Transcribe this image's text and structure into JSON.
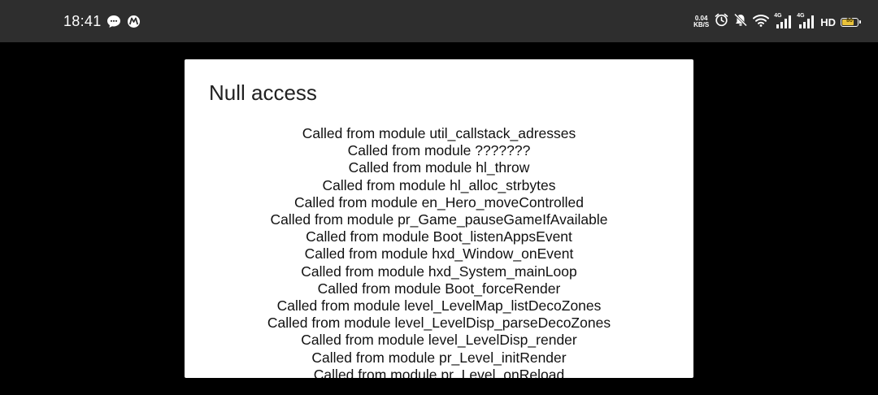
{
  "status_bar": {
    "time": "18:41",
    "left_icons": [
      "chat-bubble-icon",
      "motorola-icon"
    ],
    "net_speed_value": "0.04",
    "net_speed_unit": "KB/S",
    "right_icons": [
      "alarm-icon",
      "mute-icon",
      "wifi-icon",
      "signal-icon",
      "signal-icon",
      "hd-icon",
      "battery-icon"
    ],
    "sim1_tag": "4G",
    "sim2_tag": "4G",
    "hd_label": "HD",
    "battery_level": "80",
    "battery_color": "#e9c23a"
  },
  "dialog": {
    "title": "Null access",
    "lines": [
      "Called from module util_callstack_adresses",
      "Called from module ???????",
      "Called from module hl_throw",
      "Called from module hl_alloc_strbytes",
      "Called from module en_Hero_moveControlled",
      "Called from module pr_Game_pauseGameIfAvailable",
      "Called from module Boot_listenAppsEvent",
      "Called from module hxd_Window_onEvent",
      "Called from module hxd_System_mainLoop",
      "Called from module Boot_forceRender",
      "Called from module level_LevelMap_listDecoZones",
      "Called from module level_LevelDisp_parseDecoZones",
      "Called from module level_LevelDisp_render",
      "Called from module pr_Level_initRender",
      "Called from module pr_Level_onReload"
    ]
  }
}
